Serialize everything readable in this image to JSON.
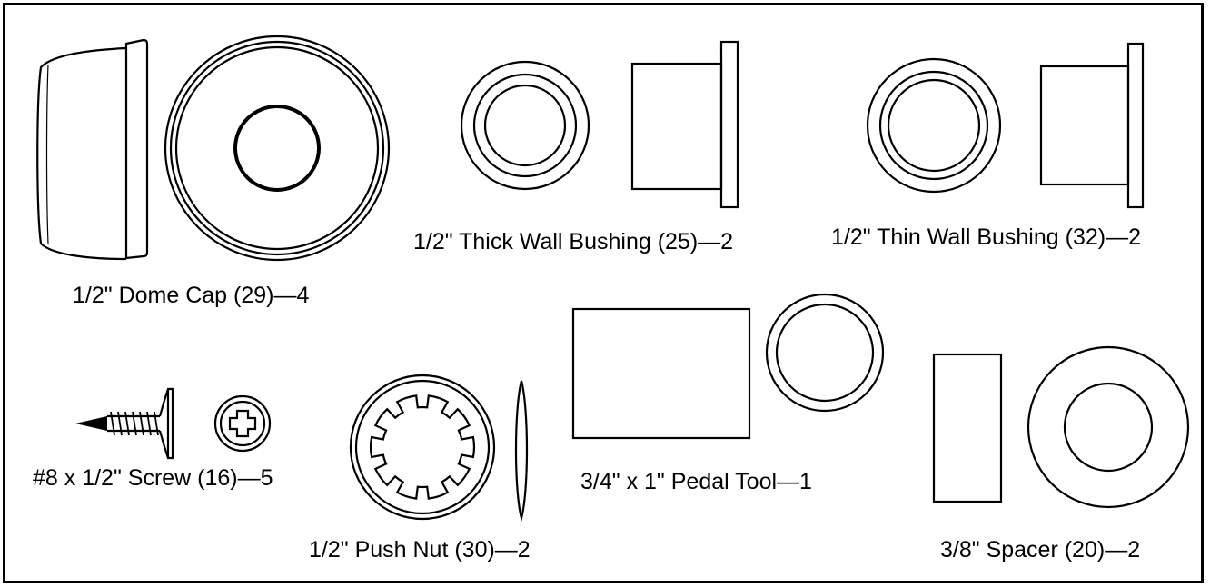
{
  "parts": [
    {
      "id": "dome-cap",
      "label": "1/2\" Dome Cap (29)—4"
    },
    {
      "id": "thick-wall-bushing",
      "label": "1/2\" Thick Wall Bushing (25)—2"
    },
    {
      "id": "thin-wall-bushing",
      "label": "1/2\" Thin Wall Bushing (32)—2"
    },
    {
      "id": "screw",
      "label": "#8 x 1/2\" Screw (16)—5"
    },
    {
      "id": "push-nut",
      "label": "1/2\" Push Nut (30)—2"
    },
    {
      "id": "pedal-tool",
      "label": "3/4\" x 1\" Pedal Tool—1"
    },
    {
      "id": "spacer",
      "label": "3/8\" Spacer (20)—2"
    }
  ],
  "colors": {
    "line": "#000000",
    "background": "#ffffff"
  }
}
